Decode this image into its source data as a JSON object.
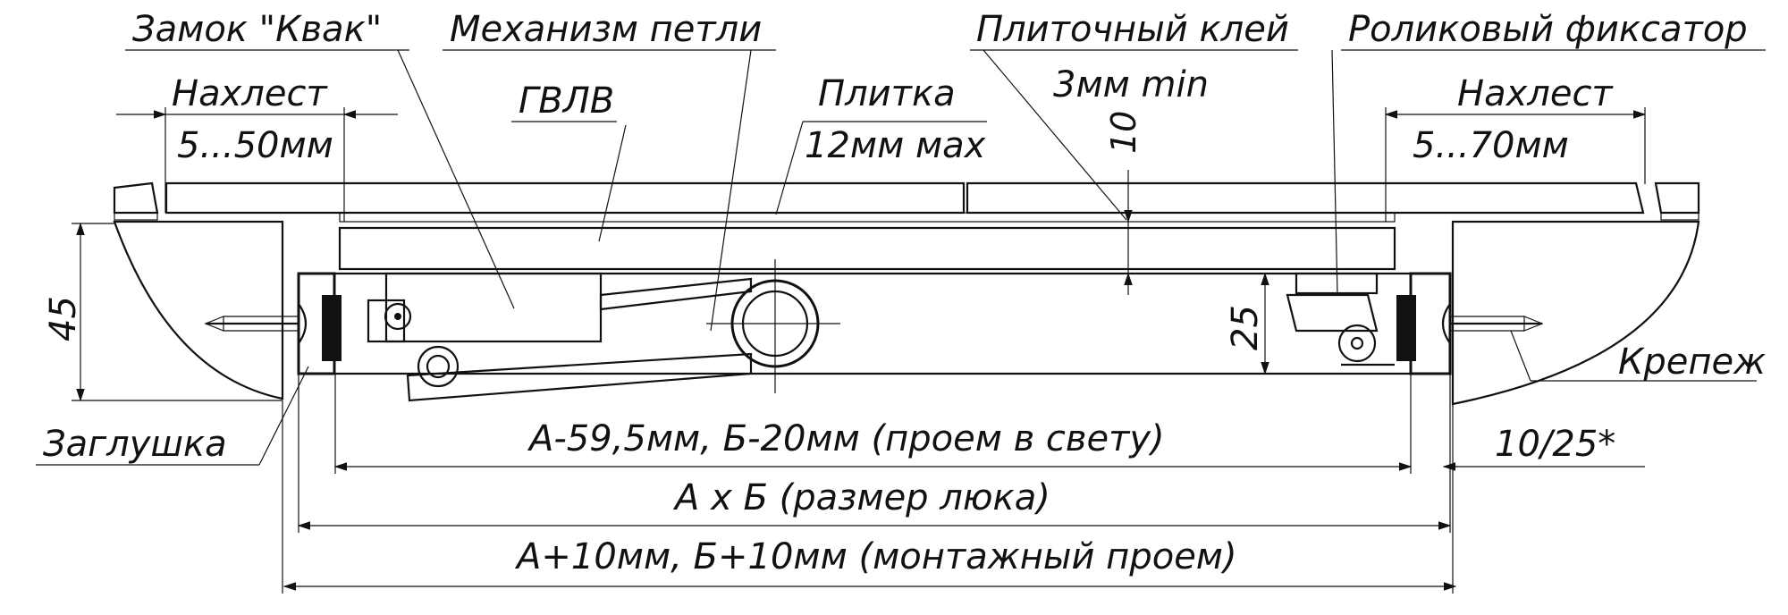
{
  "labels": {
    "lock": "Замок \"Квак\"",
    "hinge": "Механизм петли",
    "tile_glue": "Плиточный клей",
    "roller": "Роликовый фиксатор",
    "overlap_left": "Нахлест",
    "overlap_left_range": "5...50мм",
    "gvlv": "ГВЛВ",
    "tile": "Плитка",
    "tile_max": "12мм мах",
    "glue_min": "3мм min",
    "dim_10": "10",
    "overlap_right": "Нахлест",
    "overlap_right_range": "5...70мм",
    "dim_45": "45",
    "dim_25": "25",
    "fastener": "Крепеж",
    "plug": "Заглушка",
    "clear_opening": "А-59,5мм, Б-20мм (проем в свету)",
    "gap": "10/25*",
    "hatch_size": "А х Б (размер люка)",
    "mount_opening": "А+10мм, Б+10мм (монтажный проем)"
  },
  "colors": {
    "line": "#111111",
    "background": "#ffffff",
    "glue": "#cfcfcf"
  }
}
